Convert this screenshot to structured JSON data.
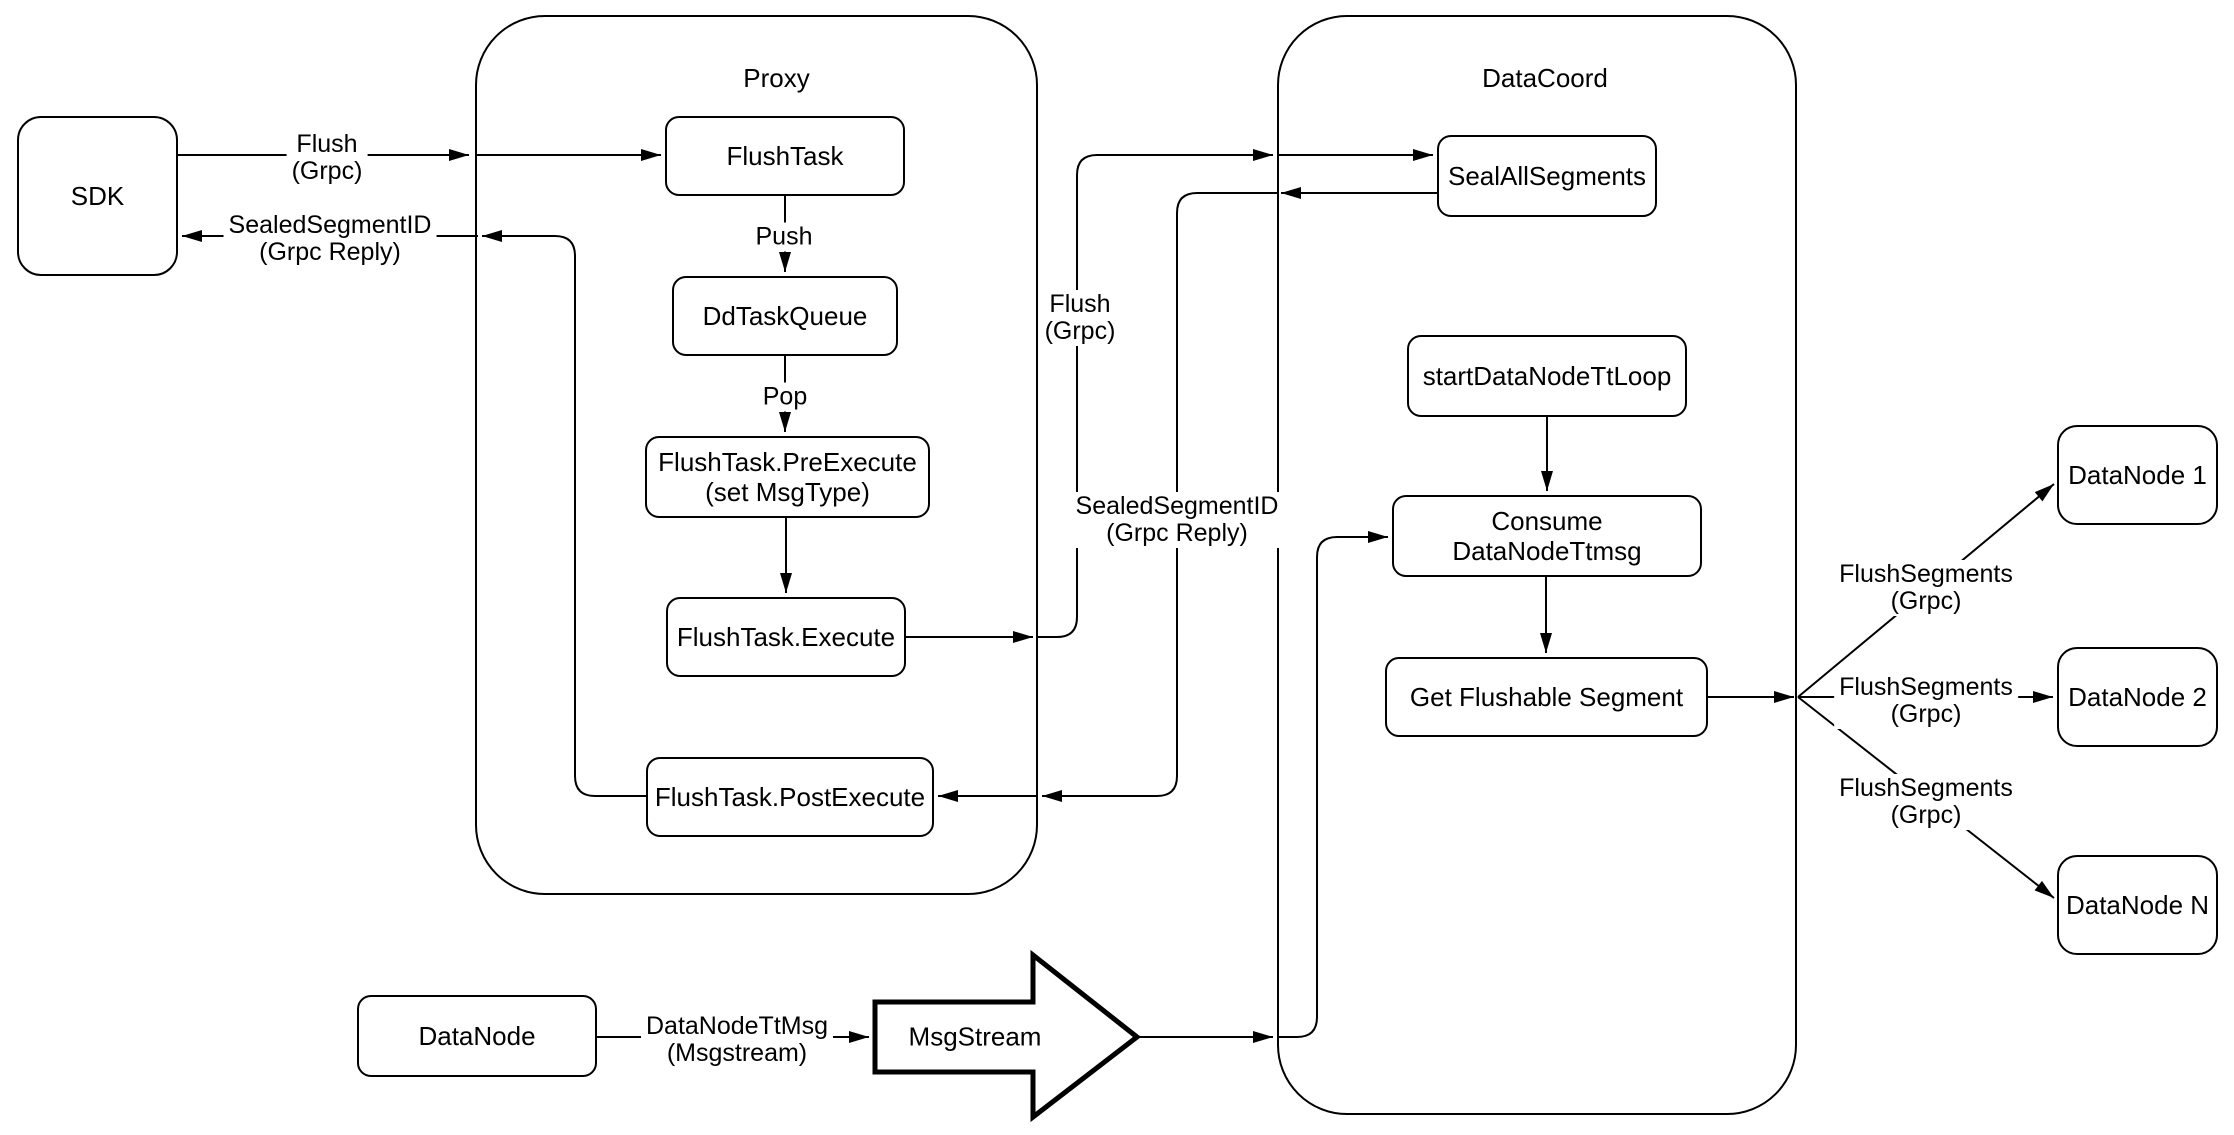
{
  "diagram": {
    "type": "flowchart",
    "background_color": "#ffffff",
    "stroke_color": "#000000",
    "shape_fill_color": "#ffffff",
    "containers": {
      "proxy": {
        "label": "Proxy"
      },
      "datacoord": {
        "label": "DataCoord"
      }
    },
    "nodes": {
      "sdk": {
        "label": "SDK"
      },
      "flush_task": {
        "label": "FlushTask"
      },
      "dd_task_queue": {
        "label": "DdTaskQueue"
      },
      "pre_execute": {
        "line1": "FlushTask.PreExecute",
        "line2": "(set MsgType)"
      },
      "execute": {
        "label": "FlushTask.Execute"
      },
      "post_execute": {
        "label": "FlushTask.PostExecute"
      },
      "seal_all_segments": {
        "label": "SealAllSegments"
      },
      "start_datanode_tt_loop": {
        "label": "startDataNodeTtLoop"
      },
      "consume_datanode_ttmsg": {
        "label": "Consume DataNodeTtmsg"
      },
      "get_flushable_segment": {
        "label": "Get Flushable Segment"
      },
      "datanode_1": {
        "label": "DataNode 1"
      },
      "datanode_2": {
        "label": "DataNode 2"
      },
      "datanode_n": {
        "label": "DataNode N"
      },
      "datanode": {
        "label": "DataNode"
      },
      "msgstream": {
        "label": "MsgStream"
      }
    },
    "edge_labels": {
      "flush_sdk_to_proxy": {
        "line1": "Flush",
        "line2": "(Grpc)"
      },
      "reply_proxy_to_sdk": {
        "line1": "SealedSegmentID",
        "line2": "(Grpc Reply)"
      },
      "push": {
        "label": "Push"
      },
      "pop": {
        "label": "Pop"
      },
      "flush_proxy_to_datacoord": {
        "line1": "Flush",
        "line2": "(Grpc)"
      },
      "reply_datacoord_to_proxy": {
        "line1": "SealedSegmentID",
        "line2": "(Grpc Reply)"
      },
      "flush_segments_1": {
        "line1": "FlushSegments",
        "line2": "(Grpc)"
      },
      "flush_segments_2": {
        "line1": "FlushSegments",
        "line2": "(Grpc)"
      },
      "flush_segments_n": {
        "line1": "FlushSegments",
        "line2": "(Grpc)"
      },
      "datanode_ttmsg": {
        "line1": "DataNodeTtMsg",
        "line2": "(Msgstream)"
      }
    }
  }
}
